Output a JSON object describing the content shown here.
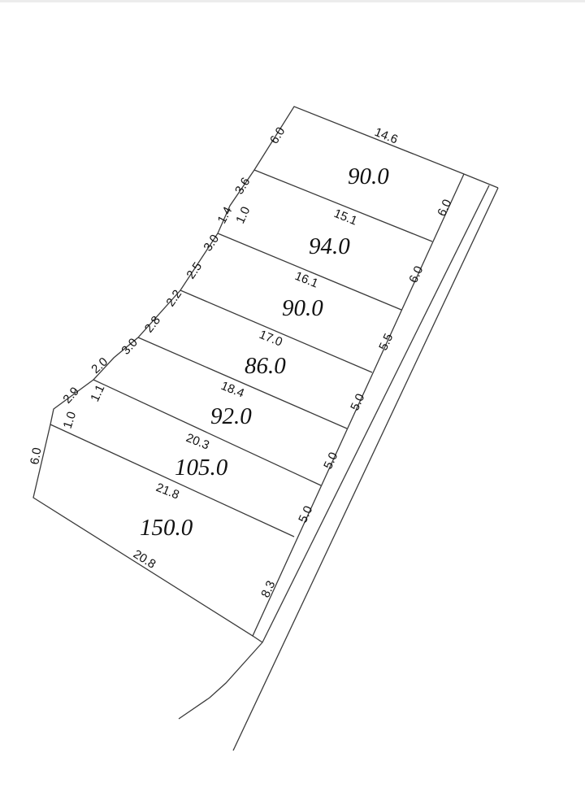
{
  "diagram": {
    "type": "land-plot-subdivision",
    "line_color": "#3a3a3a",
    "lots": [
      {
        "id": 1,
        "area": "90.0",
        "front_width": "14.6",
        "road_side": "6.0",
        "left_side": "6.0"
      },
      {
        "id": 2,
        "area": "94.0",
        "front_width": "15.1",
        "road_side": "6.0",
        "left_side_segments": [
          "3.6",
          "1.0",
          "1.4",
          "3.0"
        ]
      },
      {
        "id": 3,
        "area": "90.0",
        "front_width": "16.1",
        "road_side": "5.5",
        "left_side_segments": [
          "2.5",
          "2.2"
        ]
      },
      {
        "id": 4,
        "area": "86.0",
        "front_width": "17.0",
        "road_side": "5.0",
        "left_side_segments": [
          "2.8",
          "3.0"
        ]
      },
      {
        "id": 5,
        "area": "92.0",
        "front_width": "18.4",
        "road_side": "5.0",
        "left_side_segments": [
          "2.0",
          "1.1"
        ]
      },
      {
        "id": 6,
        "area": "105.0",
        "front_width": "20.3",
        "road_side": "5.0",
        "left_side_segments": [
          "2.9",
          "1.0"
        ]
      },
      {
        "id": 7,
        "area": "150.0",
        "front_width": "21.8",
        "road_side": "8.3",
        "back_width": "20.8",
        "left_side": "6.0"
      }
    ],
    "labels": {
      "top_edge": "14.6",
      "top_left": "6.0",
      "seg_3_6": "3.6",
      "seg_1_0a": "1.0",
      "seg_1_4": "1.4",
      "seg_3_0a": "3.0",
      "seg_2_5": "2.5",
      "seg_2_2": "2.2",
      "seg_2_8": "2.8",
      "seg_3_0b": "3.0",
      "seg_2_0": "2.0",
      "seg_1_1": "1.1",
      "seg_2_9": "2.9",
      "seg_1_0b": "1.0",
      "bottom_left": "6.0",
      "bottom_edge": "20.8",
      "div_15_1": "15.1",
      "div_16_1": "16.1",
      "div_17_0": "17.0",
      "div_18_4": "18.4",
      "div_20_3": "20.3",
      "div_21_8": "21.8",
      "right_6_0a": "6.0",
      "right_6_0b": "6.0",
      "right_5_5": "5.5",
      "right_5_0a": "5.0",
      "right_5_0b": "5.0",
      "right_5_0c": "5.0",
      "right_8_3": "8.3",
      "area_1": "90.0",
      "area_2": "94.0",
      "area_3": "90.0",
      "area_4": "86.0",
      "area_5": "92.0",
      "area_6": "105.0",
      "area_7": "150.0"
    }
  }
}
